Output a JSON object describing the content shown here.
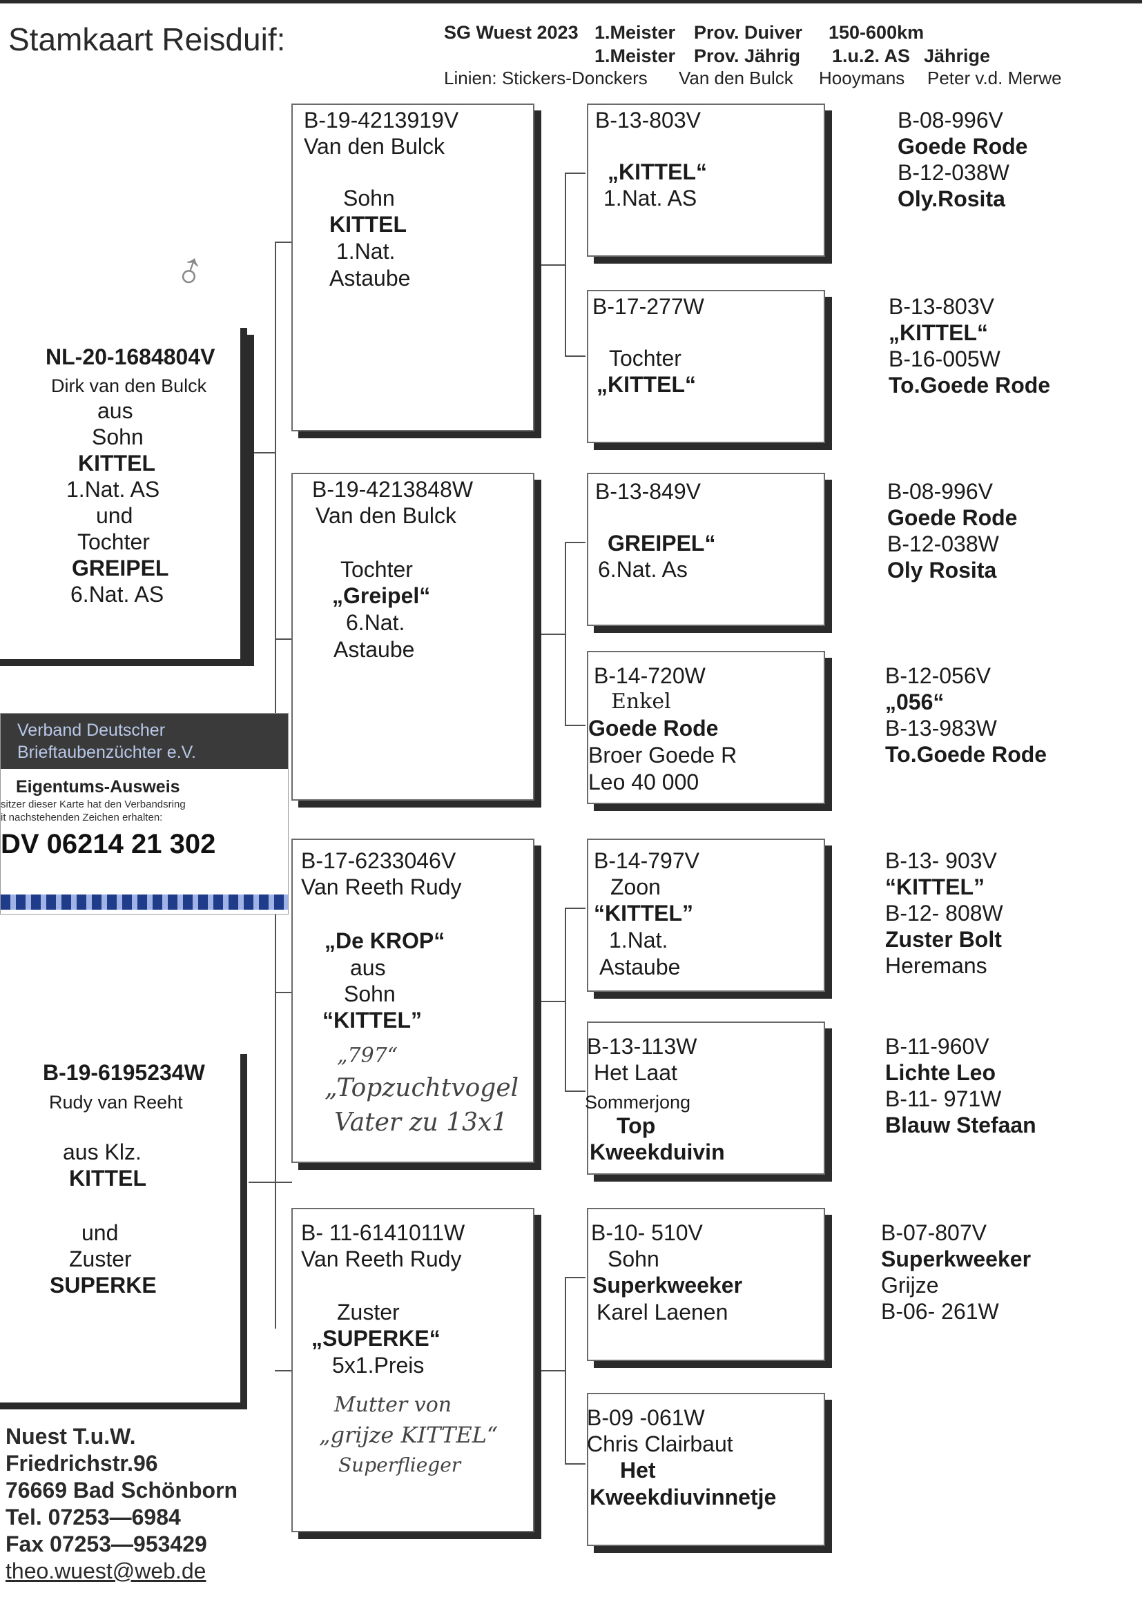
{
  "header": {
    "title": "Stamkaart Reisduif:",
    "line1": [
      "SG Wuest 2023",
      "1.Meister",
      "Prov. Duiver",
      "150-600km"
    ],
    "line2": [
      "1.Meister",
      "Prov. Jährig",
      "1.u.2. AS",
      "Jährige"
    ],
    "lines_label": "Linien: Stickers-Donckers",
    "lines": [
      "Van den Bulck",
      "Hooymans",
      "Peter v.d. Merwe"
    ]
  },
  "symbol": "♂",
  "pigeon": {
    "ring": "NL-20-1684804V",
    "breeder": "Dirk van den Bulck",
    "lines": [
      "aus",
      "Sohn",
      "KITTEL",
      "1.Nat. AS",
      "und",
      "Tochter",
      "GREIPEL",
      "6.Nat. AS"
    ]
  },
  "mother": {
    "ring": "B-19-6195234W",
    "breeder": "Rudy van Reeht",
    "lines": [
      "aus  Klz.",
      "KITTEL",
      "",
      "und",
      "Zuster",
      "SUPERKE"
    ]
  },
  "gen1": [
    {
      "ring": "B-19-4213919V",
      "breeder": "Van den Bulck",
      "lines": [
        "Sohn",
        "KITTEL",
        "1.Nat.",
        "Astaube"
      ]
    },
    {
      "ring": "B-19-4213848W",
      "breeder": "Van den Bulck",
      "lines": [
        "Tochter",
        "„Greipel“",
        "6.Nat.",
        "Astaube"
      ]
    },
    {
      "ring": "B-17-6233046V",
      "breeder": "Van Reeth Rudy",
      "lines": [
        "„De KROP“",
        "aus",
        "Sohn",
        "“KITTEL”"
      ],
      "note": [
        "„797“",
        "„Topzuchtvogel",
        "Vater zu 13x1"
      ]
    },
    {
      "ring": "B- 11-6141011W",
      "breeder": "Van Reeth Rudy",
      "lines": [
        "Zuster",
        "„SUPERKE“",
        "5x1.Preis"
      ],
      "note": [
        "Mutter von",
        "„grijze KITTEL“",
        "Superflieger"
      ]
    }
  ],
  "gen2": [
    {
      "ring": "B-13-803V",
      "lines": [
        "„KITTEL“",
        "1.Nat. AS"
      ]
    },
    {
      "ring": "B-17-277W",
      "lines": [
        "Tochter",
        "„KITTEL“"
      ]
    },
    {
      "ring": "B-13-849V",
      "lines": [
        "GREIPEL“",
        "6.Nat. As"
      ]
    },
    {
      "ring": "B-14-720W",
      "lines": [
        "Enkel",
        "Goede Rode",
        "Broer Goede R",
        "Leo 40 000"
      ]
    },
    {
      "ring": "B-14-797V",
      "lines": [
        "Zoon",
        "“KITTEL”",
        "1.Nat.",
        "Astaube"
      ]
    },
    {
      "ring": "B-13-113W",
      "lines": [
        "Het Laat",
        "Sommerjong",
        "Top",
        "Kweekduivin"
      ]
    },
    {
      "ring": "B-10- 510V",
      "lines": [
        "Sohn",
        "Superkweeker",
        "Karel Laenen"
      ]
    },
    {
      "ring": "B-09 -061W",
      "lines": [
        "Chris Clairbaut",
        "Het",
        "Kweekdiuvinnetje"
      ]
    }
  ],
  "gen3": [
    [
      "B-08-996V",
      "Goede Rode",
      "B-12-038W",
      "Oly.Rosita"
    ],
    [
      "B-13-803V",
      "„KITTEL“",
      "B-16-005W",
      "To.Goede Rode"
    ],
    [
      "B-08-996V",
      "Goede Rode",
      "B-12-038W",
      "Oly Rosita"
    ],
    [
      "B-12-056V",
      "„056“",
      "B-13-983W",
      "To.Goede Rode"
    ],
    [
      "B-13- 903V",
      "“KITTEL”",
      "B-12- 808W",
      "Zuster Bolt",
      "Heremans"
    ],
    [
      "B-11-960V",
      "Lichte Leo",
      "B-11- 971W",
      "Blauw Stefaan"
    ],
    [
      "B-07-807V",
      "Superkweeker",
      "Grijze",
      "B-06- 261W"
    ]
  ],
  "card": {
    "org": [
      "Verband Deutscher",
      "Brieftaubenzüchter e.V."
    ],
    "title": "Eigentums-Ausweis",
    "text": [
      "sitzer dieser Karte hat den Verbandsring",
      "it nachstehenden Zeichen erhalten:"
    ],
    "ring": "DV 06214 21 302"
  },
  "contact": [
    "Nuest  T.u.W.",
    "Friedrichstr.96",
    "76669 Bad Schönborn",
    "Tel.  07253—6984",
    "Fax  07253—953429",
    "theo.wuest@web.de"
  ]
}
